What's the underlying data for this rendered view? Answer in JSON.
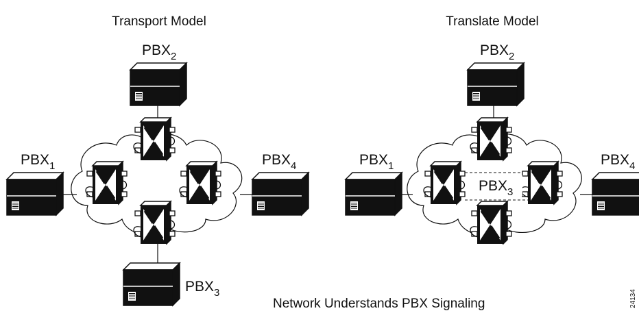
{
  "transport": {
    "title": "Transport Model",
    "pbx1": {
      "base": "PBX",
      "sub": "1"
    },
    "pbx2": {
      "base": "PBX",
      "sub": "2"
    },
    "pbx3": {
      "base": "PBX",
      "sub": "3"
    },
    "pbx4": {
      "base": "PBX",
      "sub": "4"
    }
  },
  "translate": {
    "title": "Translate Model",
    "pbx1": {
      "base": "PBX",
      "sub": "1"
    },
    "pbx2": {
      "base": "PBX",
      "sub": "2"
    },
    "pbx3": {
      "base": "PBX",
      "sub": "3"
    },
    "pbx4": {
      "base": "PBX",
      "sub": "4"
    }
  },
  "caption": "Network Understands PBX Signaling",
  "figure_id": "24134",
  "colors": {
    "ink": "#111111",
    "background": "#ffffff"
  }
}
